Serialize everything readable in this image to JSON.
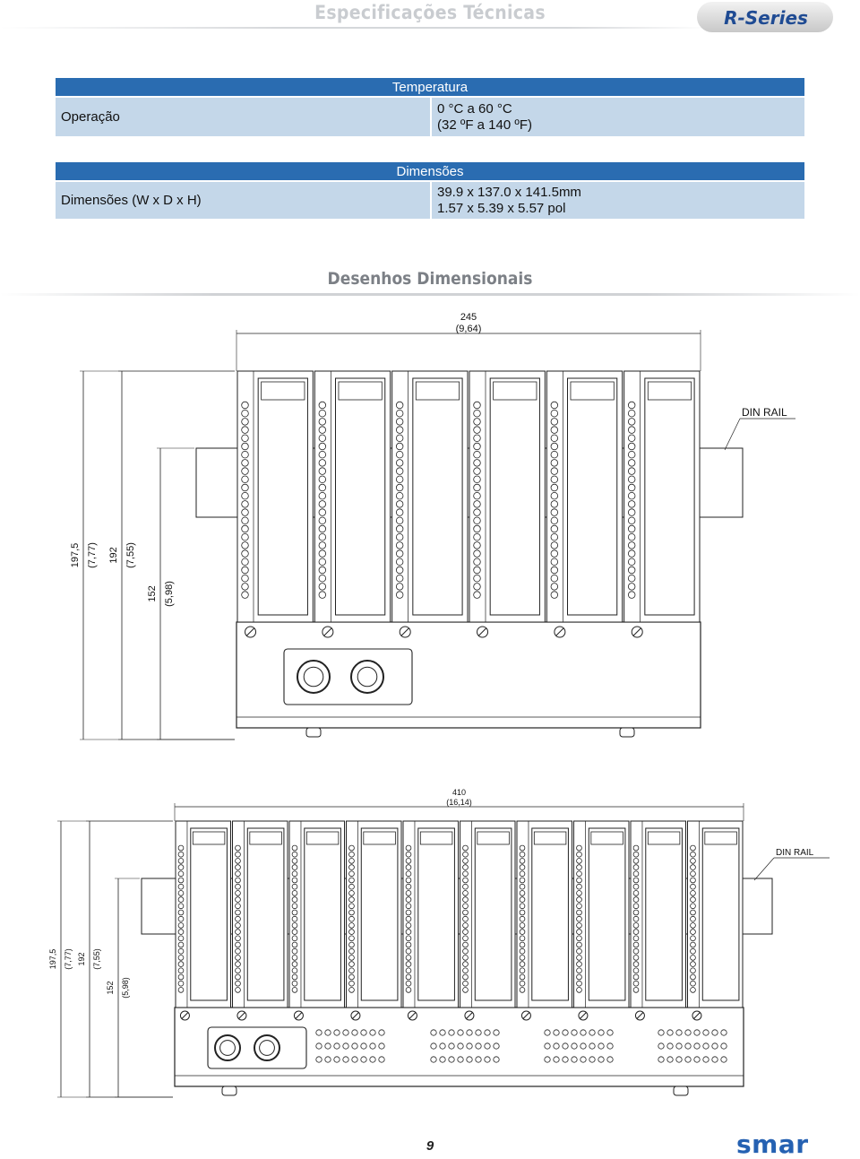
{
  "header": {
    "title": "Especificações Técnicas",
    "brand": "R-Series"
  },
  "temperature_table": {
    "heading": "Temperatura",
    "label": "Operação",
    "value_line1": "0 °C a 60 °C",
    "value_line2": "(32 ºF a 140 ºF)"
  },
  "dimensions_table": {
    "heading": "Dimensões",
    "label": "Dimensões (W x D x H)",
    "value_line1": "39.9 x 137.0 x 141.5mm",
    "value_line2": "1.57 x 5.39 x 5.57 pol"
  },
  "section": {
    "title": "Desenhos Dimensionais"
  },
  "drawing1": {
    "width_mm": "245",
    "width_in": "(9,64)",
    "din_rail": "DIN RAIL",
    "height_total_mm": "197,5",
    "height_total_in": "(7,77)",
    "height_mid_mm": "192",
    "height_mid_in": "(7,55)",
    "height_low_mm": "152",
    "height_low_in": "(5,98)",
    "module_count": 6
  },
  "drawing2": {
    "width_mm": "410",
    "width_in": "(16,14)",
    "din_rail": "DIN RAIL",
    "height_total_mm": "197,5",
    "height_total_in": "(7,77)",
    "height_mid_mm": "192",
    "height_mid_in": "(7,55)",
    "height_low_mm": "152",
    "height_low_in": "(5,98)",
    "module_count": 10
  },
  "footer": {
    "page_number": "9",
    "logo": "smar"
  }
}
